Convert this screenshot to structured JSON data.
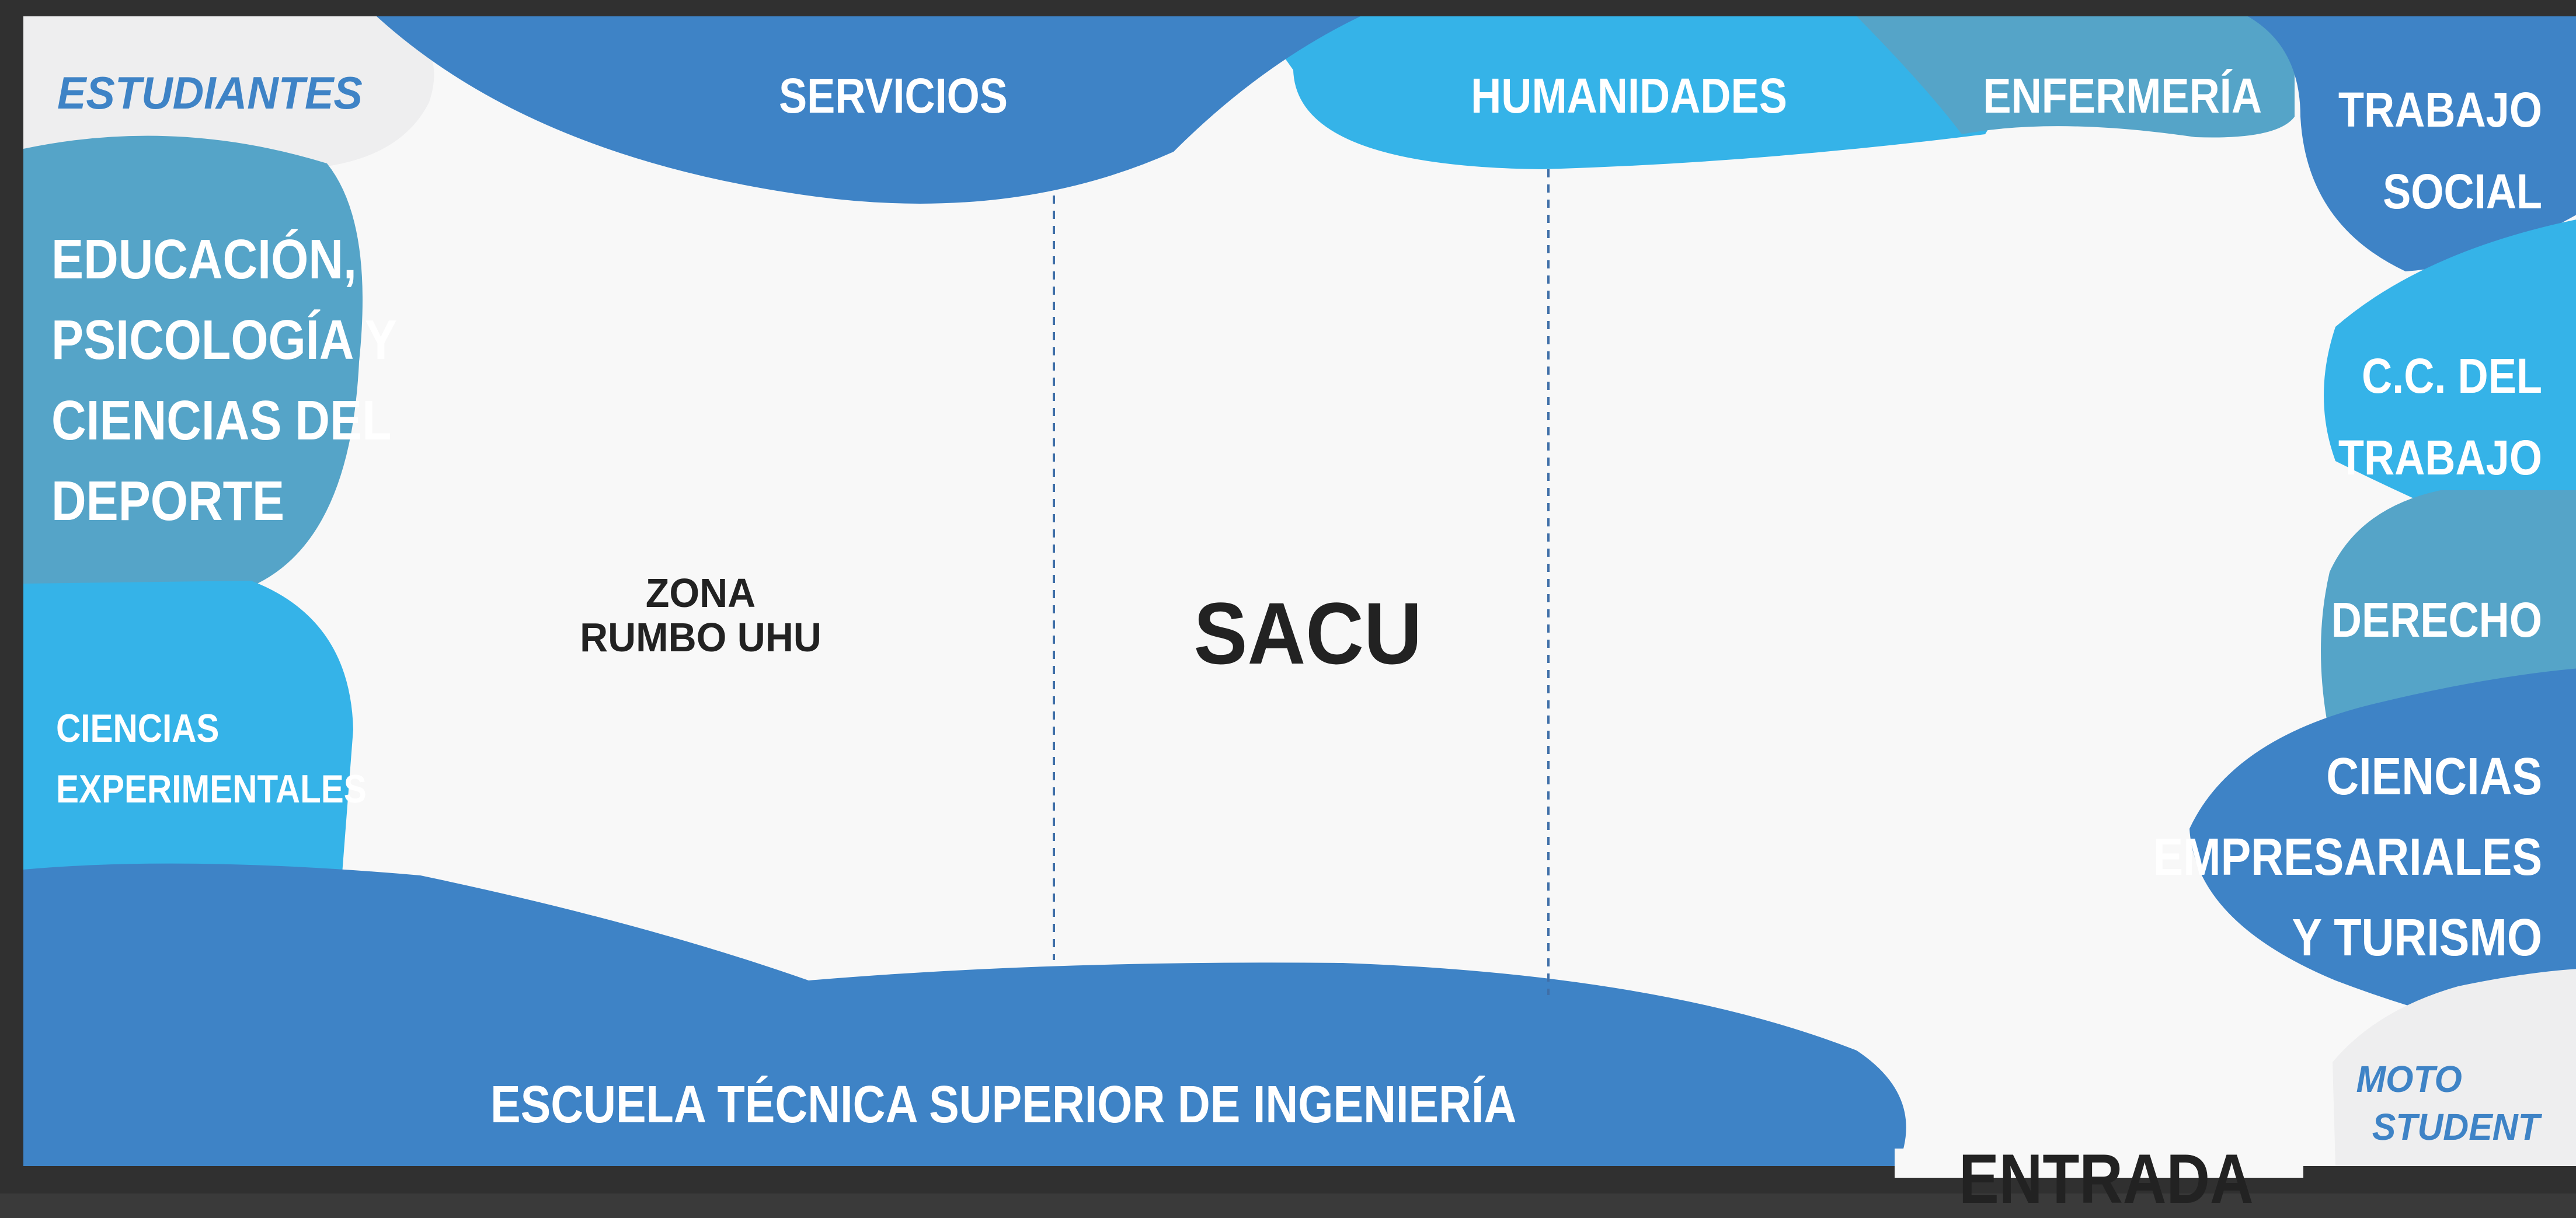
{
  "zones": {
    "estudiantes": "ESTUDIANTES",
    "servicios": "SERVICIOS",
    "humanidades": "HUMANIDADES",
    "enfermeria": "ENFERMERÍA",
    "trabajo_social": [
      "TRABAJO",
      "SOCIAL"
    ],
    "educacion": [
      "EDUCACIÓN,",
      "PSICOLOGÍA Y",
      "CIENCIAS DEL",
      "DEPORTE"
    ],
    "cc_trabajo": [
      "C.C. DEL",
      "TRABAJO"
    ],
    "derecho": "DERECHO",
    "ciencias_experimentales": [
      "CIENCIAS",
      "EXPERIMENTALES"
    ],
    "ciencias_empresariales": [
      "CIENCIAS",
      "EMPRESARIALES",
      "Y TURISMO"
    ],
    "escuela_tecnica": "ESCUELA TÉCNICA SUPERIOR DE INGENIERÍA",
    "moto_student": [
      "MOTO",
      "STUDENT"
    ],
    "zona_rumbo": [
      "ZONA",
      "RUMBO UHU"
    ],
    "sacu": "SACU",
    "entrada": "ENTRADA"
  },
  "colors": {
    "frame": "#303030",
    "floor": "#f8f8f8",
    "dark_blue": "#3e83c6",
    "light_blue": "#35b3e8",
    "teal_blue": "#55a4c8",
    "pale_grey": "#eeeeef",
    "divider": "#3f6fa8",
    "text_white": "#ffffff",
    "text_blue": "#3e83c6",
    "text_dark": "#222222"
  }
}
